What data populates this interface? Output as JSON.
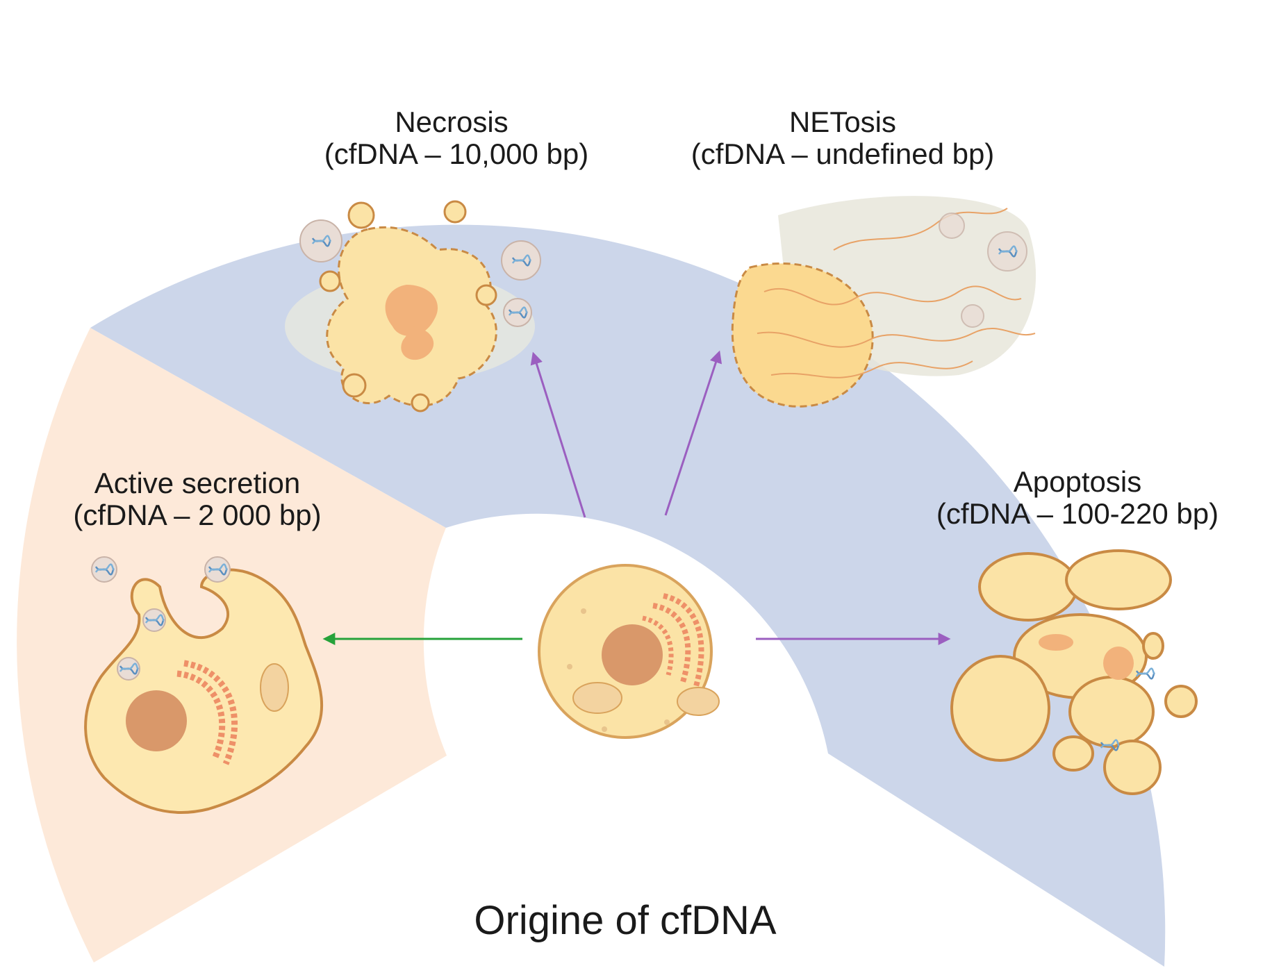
{
  "title": "Origine of cfDNA",
  "colors": {
    "death_sector": "#ccd6ea",
    "secretion_sector": "#fde9d9",
    "cell_fill": "#fbe3a6",
    "cell_outline": "#d9a35c",
    "nucleus": "#d9986a",
    "er": "#ee9068",
    "arrow_death": "#9b5fc0",
    "arrow_secretion": "#26a23a"
  },
  "pathways": [
    {
      "id": "necrosis",
      "name": "Necrosis",
      "detail": "(cfDNA – 10,000 bp)",
      "arrow_color": "purple"
    },
    {
      "id": "netosis",
      "name": "NETosis",
      "detail": "(cfDNA – undefined bp)",
      "arrow_color": "purple"
    },
    {
      "id": "active-secretion",
      "name": "Active secretion",
      "detail": "(cfDNA – 2 000 bp)",
      "arrow_color": "green"
    },
    {
      "id": "apoptosis",
      "name": "Apoptosis",
      "detail": "(cfDNA – 100-220 bp)",
      "arrow_color": "purple"
    }
  ],
  "icons": [
    "healthy-cell-icon",
    "necrotic-cell-icon",
    "netosis-cell-icon",
    "secreting-cell-icon",
    "apoptotic-bodies-icon",
    "dna-fragment-icon"
  ]
}
